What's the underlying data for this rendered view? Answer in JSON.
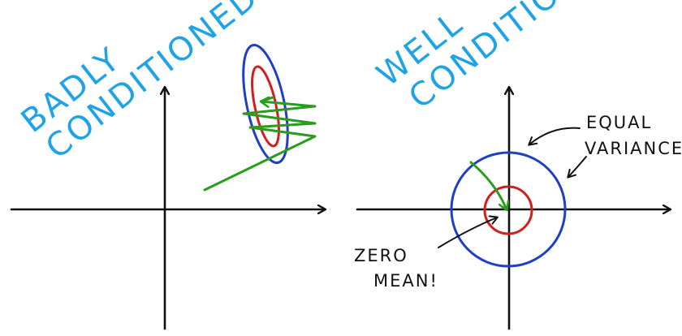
{
  "left_panel": {
    "title_line1": "BADLY",
    "title_line2": "CONDITIONED"
  },
  "right_panel": {
    "title_line1": "WELL",
    "title_line2": "CONDITIONED",
    "annotation_equal_line1": "EQUAL",
    "annotation_equal_line2": "VARIANCE!",
    "annotation_zero_line1": "ZERO",
    "annotation_zero_line2": "MEAN!"
  },
  "colors": {
    "title_text": "#1ea3e6",
    "outer_contour": "#1f3fc4",
    "inner_contour": "#d11f1f",
    "optimization_path": "#2a9d1e",
    "axes": "#111111"
  }
}
